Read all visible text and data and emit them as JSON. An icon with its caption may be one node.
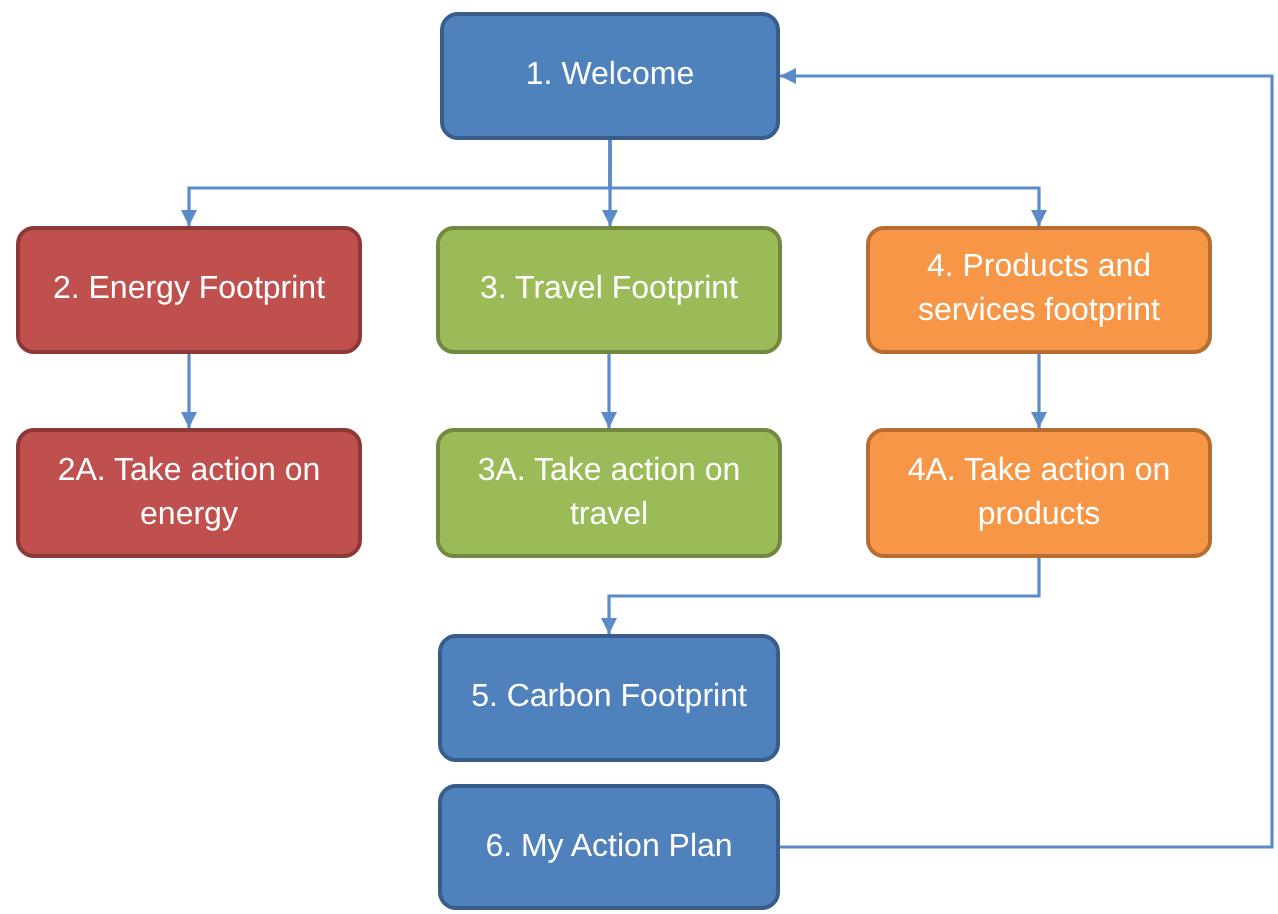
{
  "diagram": {
    "nodes": [
      {
        "text": [
          "1. Welcome"
        ]
      },
      {
        "text": [
          "2. Energy Footprint"
        ]
      },
      {
        "text": [
          "3. Travel Footprint"
        ]
      },
      {
        "text": [
          "4. Products and services footprint"
        ]
      },
      {
        "text": [
          "2A. Take action on energy"
        ]
      },
      {
        "text": [
          "3A. Take action on travel"
        ]
      },
      {
        "text": [
          "4A. Take action on products"
        ]
      },
      {
        "text": [
          "5. Carbon Footprint"
        ]
      },
      {
        "text": [
          "6. My Action Plan"
        ]
      }
    ],
    "edges": [
      {
        "from": 0,
        "to": 1,
        "arrow": "to"
      },
      {
        "from": 0,
        "to": 2,
        "arrow": "to"
      },
      {
        "from": 0,
        "to": 3,
        "arrow": "to"
      },
      {
        "from": 1,
        "to": 4,
        "arrow": "to"
      },
      {
        "from": 2,
        "to": 5,
        "arrow": "to"
      },
      {
        "from": 3,
        "to": 6,
        "arrow": "to"
      },
      {
        "from": 6,
        "to": 7,
        "arrow": "to"
      },
      {
        "from": 8,
        "to": 0,
        "arrow": "to"
      }
    ]
  }
}
